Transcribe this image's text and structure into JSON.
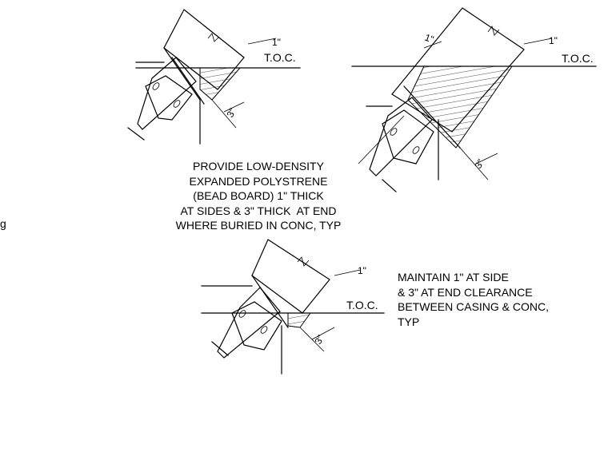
{
  "labels": {
    "toc": "T.O.C.",
    "side_dim": "1\"",
    "end_dim": "3\""
  },
  "notes": {
    "foam_lines": [
      "PROVIDE LOW-DENSITY",
      "EXPANDED POLYSTRENE",
      "(BEAD BOARD) 1\" THICK",
      "AT SIDES & 3\" THICK  AT END",
      "WHERE BURIED IN CONC, TYP"
    ],
    "clearance_lines": [
      "MAINTAIN 1\" AT SIDE",
      "& 3\" AT END CLEARANCE",
      "BETWEEN CASING & CONC,",
      "TYP"
    ],
    "stray_char": "g"
  }
}
